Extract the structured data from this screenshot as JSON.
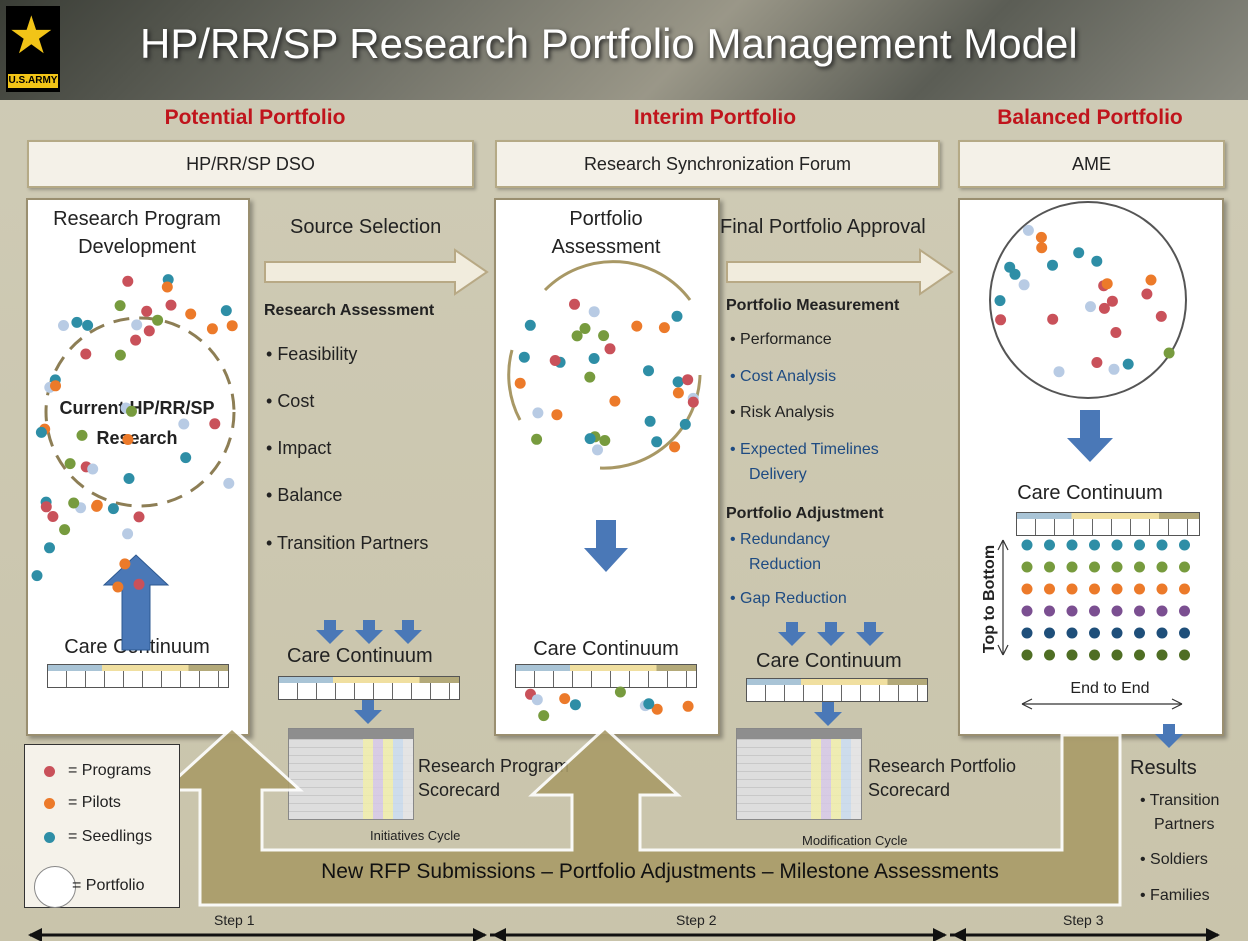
{
  "header": {
    "title": "HP/RR/SP Research Portfolio Management Model",
    "logo_text": "U.S.ARMY"
  },
  "phases": {
    "potential": "Potential Portfolio",
    "interim": "Interim Portfolio",
    "balanced": "Balanced Portfolio"
  },
  "bodies": {
    "dso": "HP/RR/SP DSO",
    "forum": "Research Synchronization Forum",
    "ame": "AME"
  },
  "panel1": {
    "title_line1": "Research Program",
    "title_line2": "Development",
    "center_line1": "Current HP/RR/SP",
    "center_line2": "Research",
    "care": "Care Continuum"
  },
  "step1": {
    "arrow_label": "Source Selection",
    "heading": "Research Assessment",
    "bullets": [
      "Feasibility",
      "Cost",
      "Impact",
      "Balance",
      "Transition Partners"
    ],
    "care": "Care Continuum",
    "scorecard_line1": "Research Program",
    "scorecard_line2": "Scorecard",
    "cycle": "Initiatives Cycle"
  },
  "panel2": {
    "title_line1": "Portfolio",
    "title_line2": "Assessment",
    "care": "Care Continuum"
  },
  "step2": {
    "arrow_label": "Final Portfolio Approval",
    "heading1": "Portfolio Measurement",
    "bullets1": [
      "Performance",
      "Cost Analysis",
      "Risk Analysis",
      "Expected Timelines",
      "Delivery"
    ],
    "heading2": "Portfolio Adjustment",
    "bullets2": [
      "Redundancy",
      "Reduction",
      "Gap Reduction"
    ],
    "care": "Care Continuum",
    "scorecard_line1": "Research Portfolio",
    "scorecard_line2": "Scorecard",
    "cycle": "Modification Cycle"
  },
  "panel3": {
    "care": "Care Continuum",
    "vertical_label": "Top to Bottom",
    "horizontal_label": "End to End"
  },
  "results": {
    "title": "Results",
    "items": [
      "Transition",
      "Partners",
      "Soldiers",
      "Families"
    ]
  },
  "legend": {
    "programs": "= Programs",
    "pilots": "= Pilots",
    "seedlings": "= Seedlings",
    "portfolio": "= Portfolio"
  },
  "colors": {
    "programs": "#c9515a",
    "pilots": "#ec7a2a",
    "seedlings": "#2e8ea6",
    "green": "#779b3e",
    "light": "#b8cbe4"
  },
  "footer": {
    "banner": "New RFP Submissions – Portfolio Adjustments – Milestone Assessments",
    "steps": [
      "Step 1",
      "Step 2",
      "Step 3"
    ]
  }
}
